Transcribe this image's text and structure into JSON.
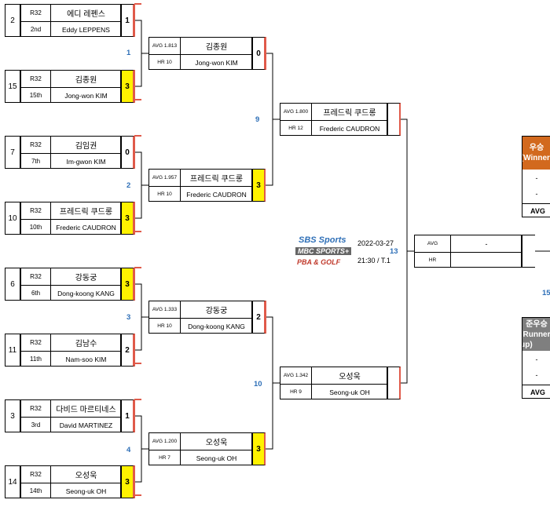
{
  "round32": [
    {
      "seed": "2",
      "round": "R32",
      "name_ko": "에디 레펜스",
      "rank": "2nd",
      "name_en": "Eddy LEPPENS",
      "score": "1",
      "win": false
    },
    {
      "seed": "15",
      "round": "R32",
      "name_ko": "김종원",
      "rank": "15th",
      "name_en": "Jong-won KIM",
      "score": "3",
      "win": true
    },
    {
      "seed": "7",
      "round": "R32",
      "name_ko": "김임권",
      "rank": "7th",
      "name_en": "Im-gwon KIM",
      "score": "0",
      "win": false
    },
    {
      "seed": "10",
      "round": "R32",
      "name_ko": "프레드릭 쿠드롱",
      "rank": "10th",
      "name_en": "Frederic CAUDRON",
      "score": "3",
      "win": true
    },
    {
      "seed": "6",
      "round": "R32",
      "name_ko": "강동궁",
      "rank": "6th",
      "name_en": "Dong-koong KANG",
      "score": "3",
      "win": true
    },
    {
      "seed": "11",
      "round": "R32",
      "name_ko": "김남수",
      "rank": "11th",
      "name_en": "Nam-soo KIM",
      "score": "2",
      "win": false
    },
    {
      "seed": "3",
      "round": "R32",
      "name_ko": "다비드 마르티네스",
      "rank": "3rd",
      "name_en": "David MARTINEZ",
      "score": "1",
      "win": false
    },
    {
      "seed": "14",
      "round": "R32",
      "name_ko": "오성욱",
      "rank": "14th",
      "name_en": "Seong-uk OH",
      "score": "3",
      "win": true
    }
  ],
  "round16": [
    {
      "match": "1",
      "avg": "AVG 1.813",
      "hr": "HR 10",
      "name_ko": "김종원",
      "name_en": "Jong-won KIM",
      "score": "0",
      "win": false
    },
    {
      "match": "2",
      "avg": "AVG 1.957",
      "hr": "HR 10",
      "name_ko": "프레드릭 쿠드롱",
      "name_en": "Frederic CAUDRON",
      "score": "3",
      "win": true
    },
    {
      "match": "3",
      "avg": "AVG 1.333",
      "hr": "HR 10",
      "name_ko": "강동궁",
      "name_en": "Dong-koong KANG",
      "score": "2",
      "win": false
    },
    {
      "match": "4",
      "avg": "AVG 1.200",
      "hr": "HR 7",
      "name_ko": "오성욱",
      "name_en": "Seong-uk OH",
      "score": "3",
      "win": true
    }
  ],
  "quarter": [
    {
      "match": "9",
      "avg": "AVG 1.800",
      "hr": "HR 12",
      "name_ko": "프레드릭 쿠드롱",
      "name_en": "Frederic CAUDRON"
    },
    {
      "match": "10",
      "avg": "AVG 1.342",
      "hr": "HR 9",
      "name_ko": "오성욱",
      "name_en": "Seong-uk OH"
    }
  ],
  "semi": {
    "match": "13",
    "avg": "AVG",
    "hr": "HR",
    "name": "-"
  },
  "event": {
    "date": "2022-03-27",
    "time": "21:30 / T.1",
    "logo_sbs": "SBS Sports",
    "logo_mbc": "MBC SPORTS+",
    "logo_pba": "PBA & GOLF"
  },
  "winner_panel": {
    "title_line1": "우승",
    "title_line2": "(Winner)",
    "row1": "-",
    "row2": "-",
    "avg": "AVG"
  },
  "runnerup_panel": {
    "title_line1": "준우승",
    "title_line2": "(Runner-up)",
    "row1": "-",
    "row2": "-",
    "avg": "AVG"
  },
  "final_match": "15",
  "colors": {
    "winner": "#d2691e",
    "runnerup": "#7f7f7f",
    "highlight": "#fff200",
    "accent": "#e05a4a",
    "match_number": "#2e6fb7"
  }
}
